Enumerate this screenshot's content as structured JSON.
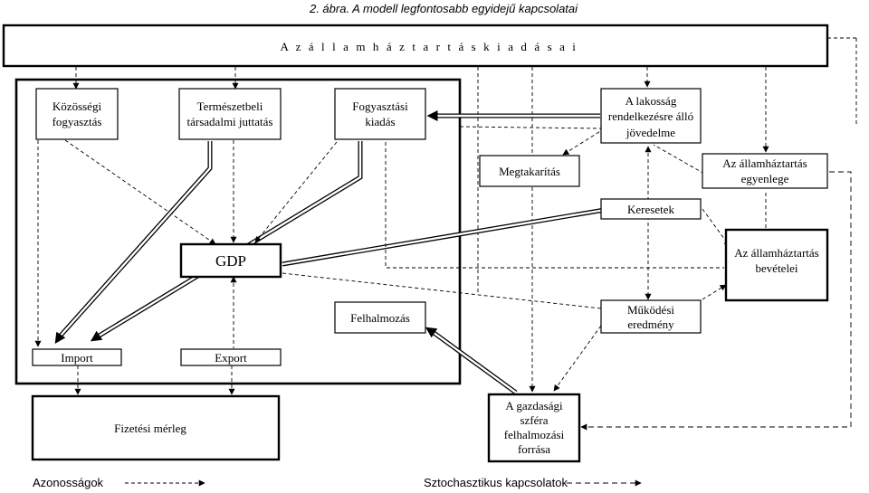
{
  "title": "2. ábra. A modell legfontosabb egyidejű kapcsolatai",
  "top_box": "A z  á l l a m h á z t a r t á s   k i a d á s a i",
  "nodes": {
    "kozossegi": [
      "Közösségi",
      "fogyasztás"
    ],
    "termeszetbeli": [
      "Természetbeli",
      "társadalmi juttatás"
    ],
    "fogyasztasi": [
      "Fogyasztási",
      "kiadás"
    ],
    "lakossag": [
      "A lakosság",
      "rendelkezésre álló",
      "jövedelme"
    ],
    "megtakaritas": "Megtakarítás",
    "egyenleg": [
      "Az államháztartás",
      "egyenlege"
    ],
    "keresetek": "Keresetek",
    "gdp": "GDP",
    "bevetelei": [
      "Az államháztartás",
      "bevételei"
    ],
    "felhalmozas": "Felhalmozás",
    "mukodesi": [
      "Működési",
      "eredmény"
    ],
    "import": "Import",
    "export": "Export",
    "fizetesi": "Fizetési mérleg",
    "gazdasagi": [
      "A gazdasági",
      "szféra",
      "felhalmozási",
      "forrása"
    ]
  },
  "legend": {
    "identity": "Azonosságok",
    "stochastic": "Sztochasztikus kapcsolatok"
  }
}
